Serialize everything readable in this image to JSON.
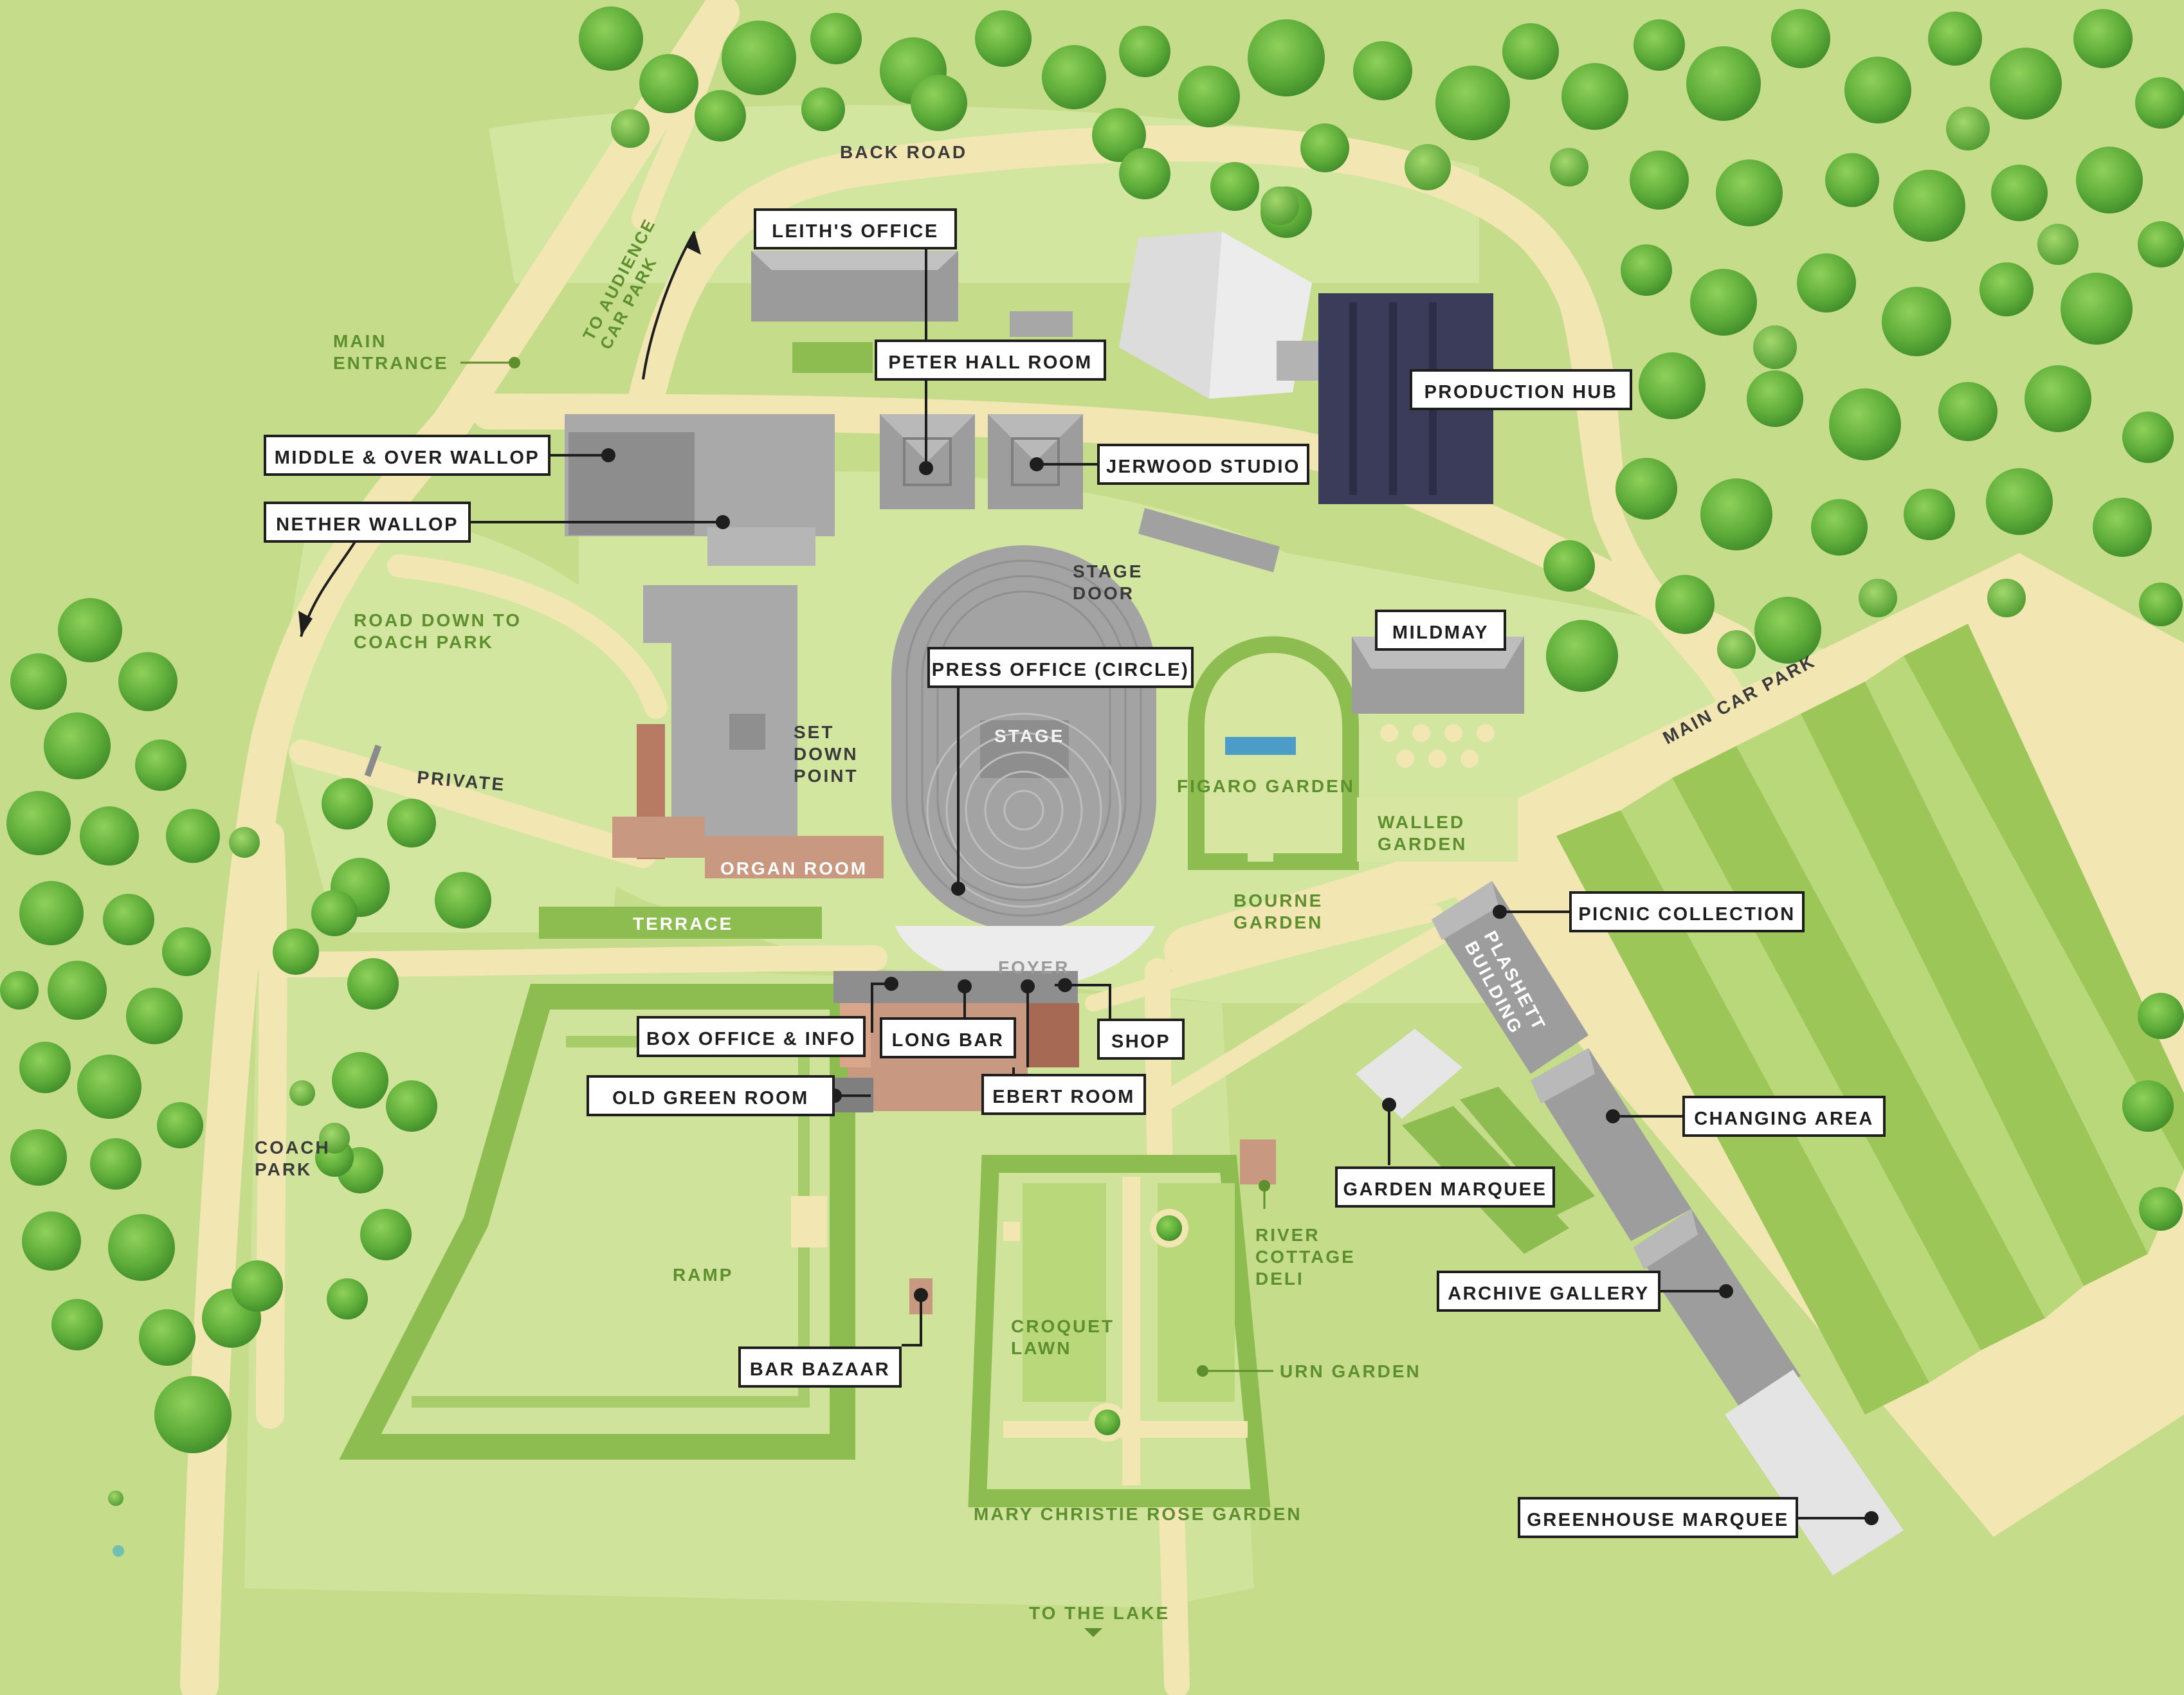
{
  "map": {
    "roads": {
      "back_road": "BACK ROAD",
      "main_car_park": "MAIN CAR PARK",
      "to_audience_car_park": "TO AUDIENCE CAR PARK",
      "private": "PRIVATE",
      "road_down_to_coach_park": [
        "ROAD DOWN TO",
        "COACH PARK"
      ],
      "to_the_lake": "TO THE LAKE"
    },
    "areas": {
      "main_entrance": [
        "MAIN",
        "ENTRANCE"
      ],
      "coach_park": [
        "COACH",
        "PARK"
      ],
      "set_down_point": [
        "SET",
        "DOWN",
        "POINT"
      ],
      "stage_door": [
        "STAGE",
        "DOOR"
      ],
      "stage": "STAGE",
      "foyer": "FOYER",
      "organ_room": "ORGAN ROOM",
      "terrace": "TERRACE",
      "figaro_garden": "FIGARO GARDEN",
      "walled_garden": [
        "WALLED",
        "GARDEN"
      ],
      "bourne_garden": [
        "BOURNE",
        "GARDEN"
      ],
      "ramp": "RAMP",
      "croquet_lawn": [
        "CROQUET",
        "LAWN"
      ],
      "urn_garden": "URN GARDEN",
      "mary_christie_rose_garden": "MARY CHRISTIE ROSE GARDEN",
      "river_cottage_deli": [
        "RIVER",
        "COTTAGE",
        "DELI"
      ],
      "plashett_building": [
        "PLASHETT",
        "BUILDING"
      ]
    },
    "callouts": {
      "leiths_office": "LEITH'S OFFICE",
      "peter_hall_room": "PETER HALL ROOM",
      "production_hub": "PRODUCTION HUB",
      "middle_over_wallop": "MIDDLE & OVER WALLOP",
      "nether_wallop": "NETHER WALLOP",
      "jerwood_studio": "JERWOOD STUDIO",
      "mildmay": "MILDMAY",
      "press_office": "PRESS OFFICE (CIRCLE)",
      "picnic_collection": "PICNIC COLLECTION",
      "box_office": "BOX OFFICE & INFO",
      "long_bar": "LONG BAR",
      "shop": "SHOP",
      "old_green_room": "OLD GREEN ROOM",
      "ebert_room": "EBERT ROOM",
      "changing_area": "CHANGING AREA",
      "garden_marquee": "GARDEN MARQUEE",
      "archive_gallery": "ARCHIVE GALLERY",
      "bar_bazaar": "BAR BAZAAR",
      "greenhouse_marquee": "GREENHOUSE MARQUEE"
    },
    "colors": {
      "grass": "#c5dc8a",
      "lawn": "#d7e7a2",
      "hedge": "#8dbd50",
      "path": "#f2e6b3",
      "building": "#a9a9a9",
      "production_hub": "#3a3c5a",
      "brick": "#c99880",
      "label_green": "#5e8f2e",
      "tree": "#5fad3a"
    }
  }
}
